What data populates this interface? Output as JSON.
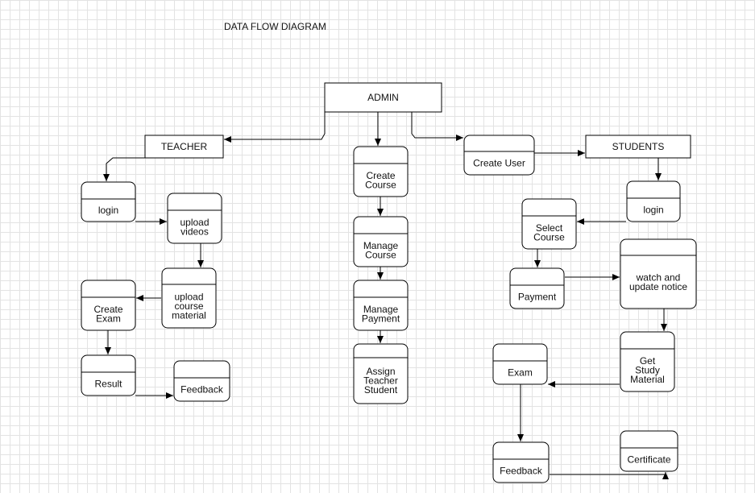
{
  "title": "DATA FLOW DIAGRAM",
  "nodes": {
    "admin": {
      "label": "ADMIN"
    },
    "teacher": {
      "label": "TEACHER"
    },
    "students": {
      "label": "STUDENTS"
    },
    "create_user": {
      "label": "Create User"
    },
    "create_course": {
      "label": "Create\nCourse"
    },
    "manage_course": {
      "label": "Manage\nCourse"
    },
    "manage_payment": {
      "label": "Manage\nPayment"
    },
    "assign_teacher_student": {
      "label": "Assign\nTeacher\nStudent"
    },
    "teacher_login": {
      "label": "login"
    },
    "upload_videos": {
      "label": "upload\nvideos"
    },
    "upload_course_material": {
      "label": "upload\ncourse\nmaterial"
    },
    "create_exam": {
      "label": "Create\nExam"
    },
    "result": {
      "label": "Result"
    },
    "teacher_feedback": {
      "label": "Feedback"
    },
    "student_login": {
      "label": "login"
    },
    "select_course": {
      "label": "Select\nCourse"
    },
    "payment": {
      "label": "Payment"
    },
    "watch_update_notice": {
      "label": "watch and\nupdate notice"
    },
    "get_study_material": {
      "label": "Get\nStudy\nMaterial"
    },
    "exam": {
      "label": "Exam"
    },
    "student_feedback": {
      "label": "Feedback"
    },
    "certificate": {
      "label": "Certificate"
    }
  },
  "edges": [
    [
      "admin",
      "teacher"
    ],
    [
      "admin",
      "create_course"
    ],
    [
      "admin",
      "create_user"
    ],
    [
      "create_user",
      "students"
    ],
    [
      "create_course",
      "manage_course"
    ],
    [
      "manage_course",
      "manage_payment"
    ],
    [
      "manage_payment",
      "assign_teacher_student"
    ],
    [
      "teacher",
      "teacher_login"
    ],
    [
      "teacher_login",
      "upload_videos"
    ],
    [
      "upload_videos",
      "upload_course_material"
    ],
    [
      "upload_course_material",
      "create_exam"
    ],
    [
      "create_exam",
      "result"
    ],
    [
      "result",
      "teacher_feedback"
    ],
    [
      "students",
      "student_login"
    ],
    [
      "student_login",
      "select_course"
    ],
    [
      "select_course",
      "payment"
    ],
    [
      "payment",
      "watch_update_notice"
    ],
    [
      "watch_update_notice",
      "get_study_material"
    ],
    [
      "get_study_material",
      "exam"
    ],
    [
      "exam",
      "student_feedback"
    ],
    [
      "student_feedback",
      "certificate"
    ]
  ]
}
